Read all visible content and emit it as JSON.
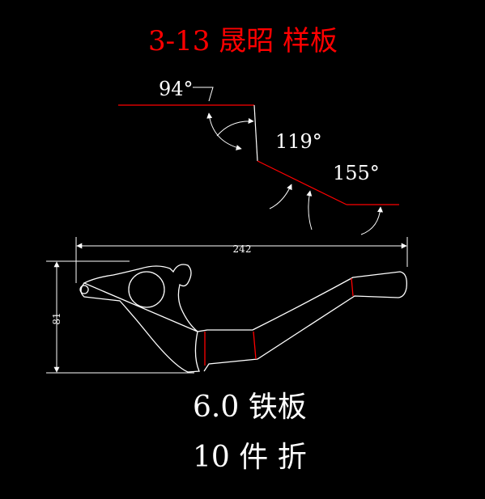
{
  "title": "3-13 晟昭 样板",
  "angles": {
    "a1": "94°",
    "a2": "119°",
    "a3": "155°"
  },
  "dimensions": {
    "width": "242",
    "height": "81"
  },
  "notes": {
    "material": "6.0 铁板",
    "quantity": "10 件 折"
  },
  "colors": {
    "background": "#000000",
    "outline": "#ffffff",
    "bend": "#ff0000",
    "title": "#ff0000"
  }
}
